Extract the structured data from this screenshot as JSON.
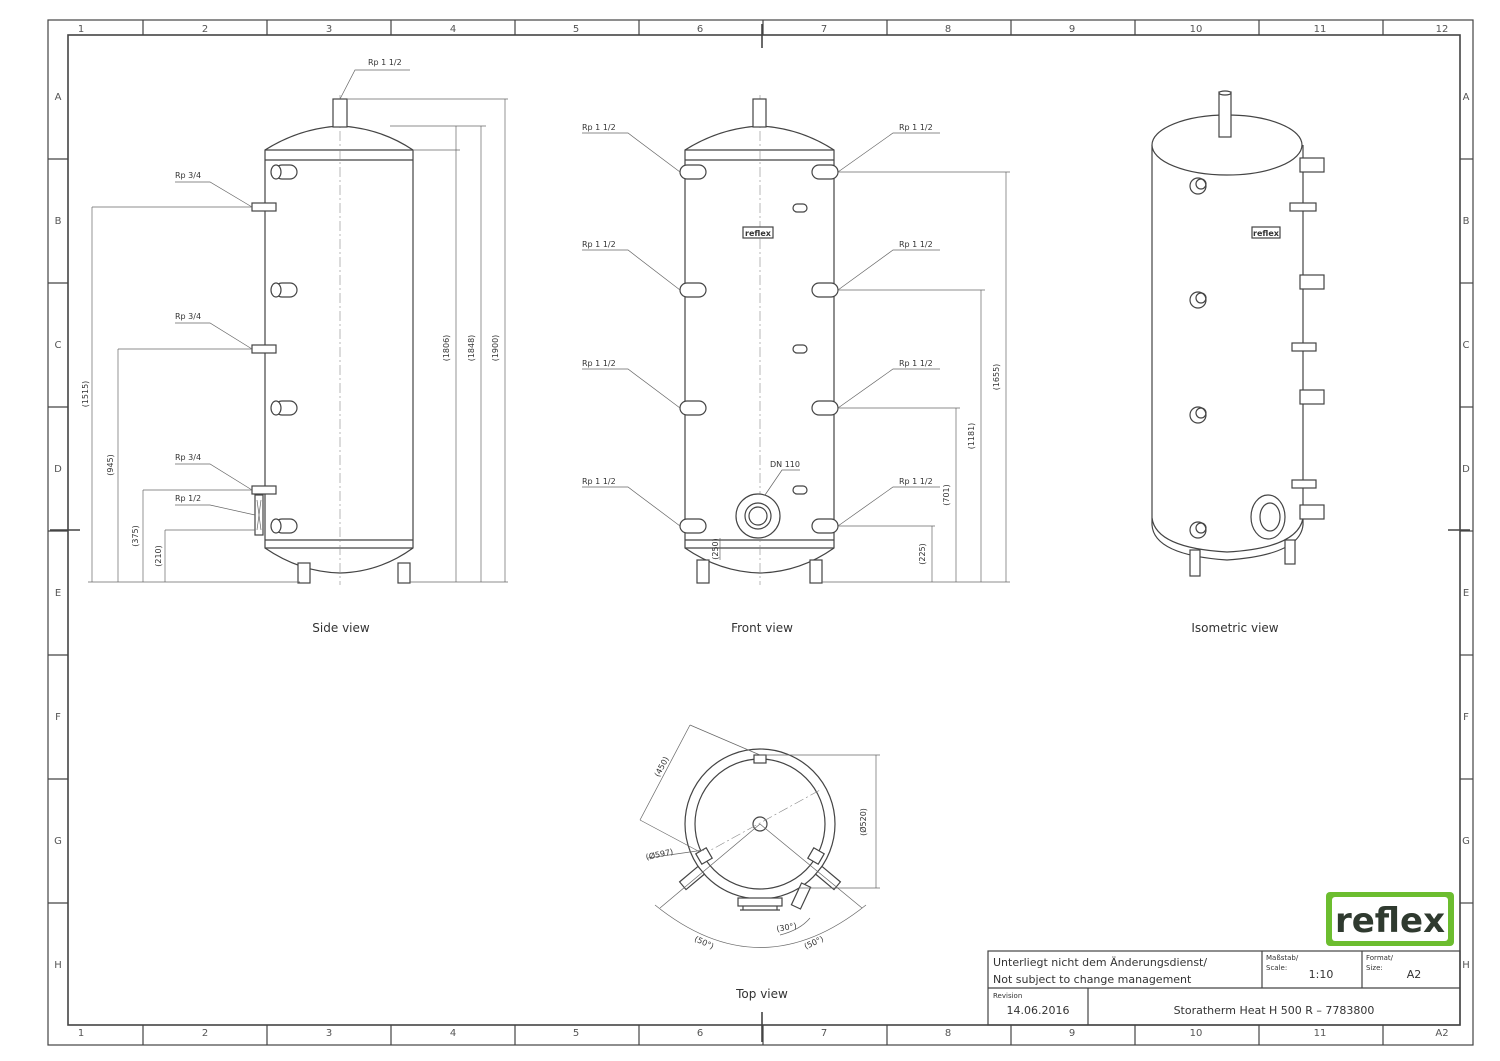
{
  "grid": {
    "columns": [
      "1",
      "2",
      "3",
      "4",
      "5",
      "6",
      "7",
      "8",
      "9",
      "10",
      "11",
      "12"
    ],
    "rows": [
      "A",
      "B",
      "C",
      "D",
      "E",
      "F",
      "G",
      "H"
    ],
    "size_mark": "A2"
  },
  "views": {
    "side": {
      "label": "Side view",
      "connections": [
        "Rp 1 1/2",
        "Rp 3/4",
        "Rp 3/4",
        "Rp 3/4",
        "Rp 1/2"
      ],
      "dimensions": [
        "(1515)",
        "(945)",
        "(375)",
        "(210)",
        "(1806)",
        "(1848)",
        "(1900)"
      ]
    },
    "front": {
      "label": "Front view",
      "connections": [
        "Rp 1 1/2",
        "Rp 1 1/2",
        "Rp 1 1/2",
        "Rp 1 1/2",
        "Rp 1 1/2",
        "Rp 1 1/2",
        "Rp 1 1/2",
        "Rp 1 1/2"
      ],
      "flange": "DN 110",
      "logo_badge": "reflex",
      "dimensions": [
        "(1655)",
        "(1181)",
        "(701)",
        "(225)",
        "(250)"
      ]
    },
    "isometric": {
      "label": "Isometric view",
      "logo_badge": "reflex"
    },
    "top": {
      "label": "Top view",
      "dimensions": [
        "(450)",
        "(Ø597)",
        "(Ø520)",
        "(30°)",
        "(50°)",
        "(50°)"
      ]
    }
  },
  "logo": {
    "text": "reflex",
    "accent": "#6cbd2f"
  },
  "title_block": {
    "notice_de": "Unterliegt nicht dem Änderungsdienst/",
    "notice_en": "Not subject to change management",
    "scale_label_de": "Maßstab/",
    "scale_label_en": "Scale:",
    "scale_value": "1:10",
    "format_label_de": "Format/",
    "format_label_en": "Size:",
    "format_value": "A2",
    "revision_label": "Revision",
    "revision_date": "14.06.2016",
    "title": "Storatherm Heat H 500 R – 7783800"
  }
}
